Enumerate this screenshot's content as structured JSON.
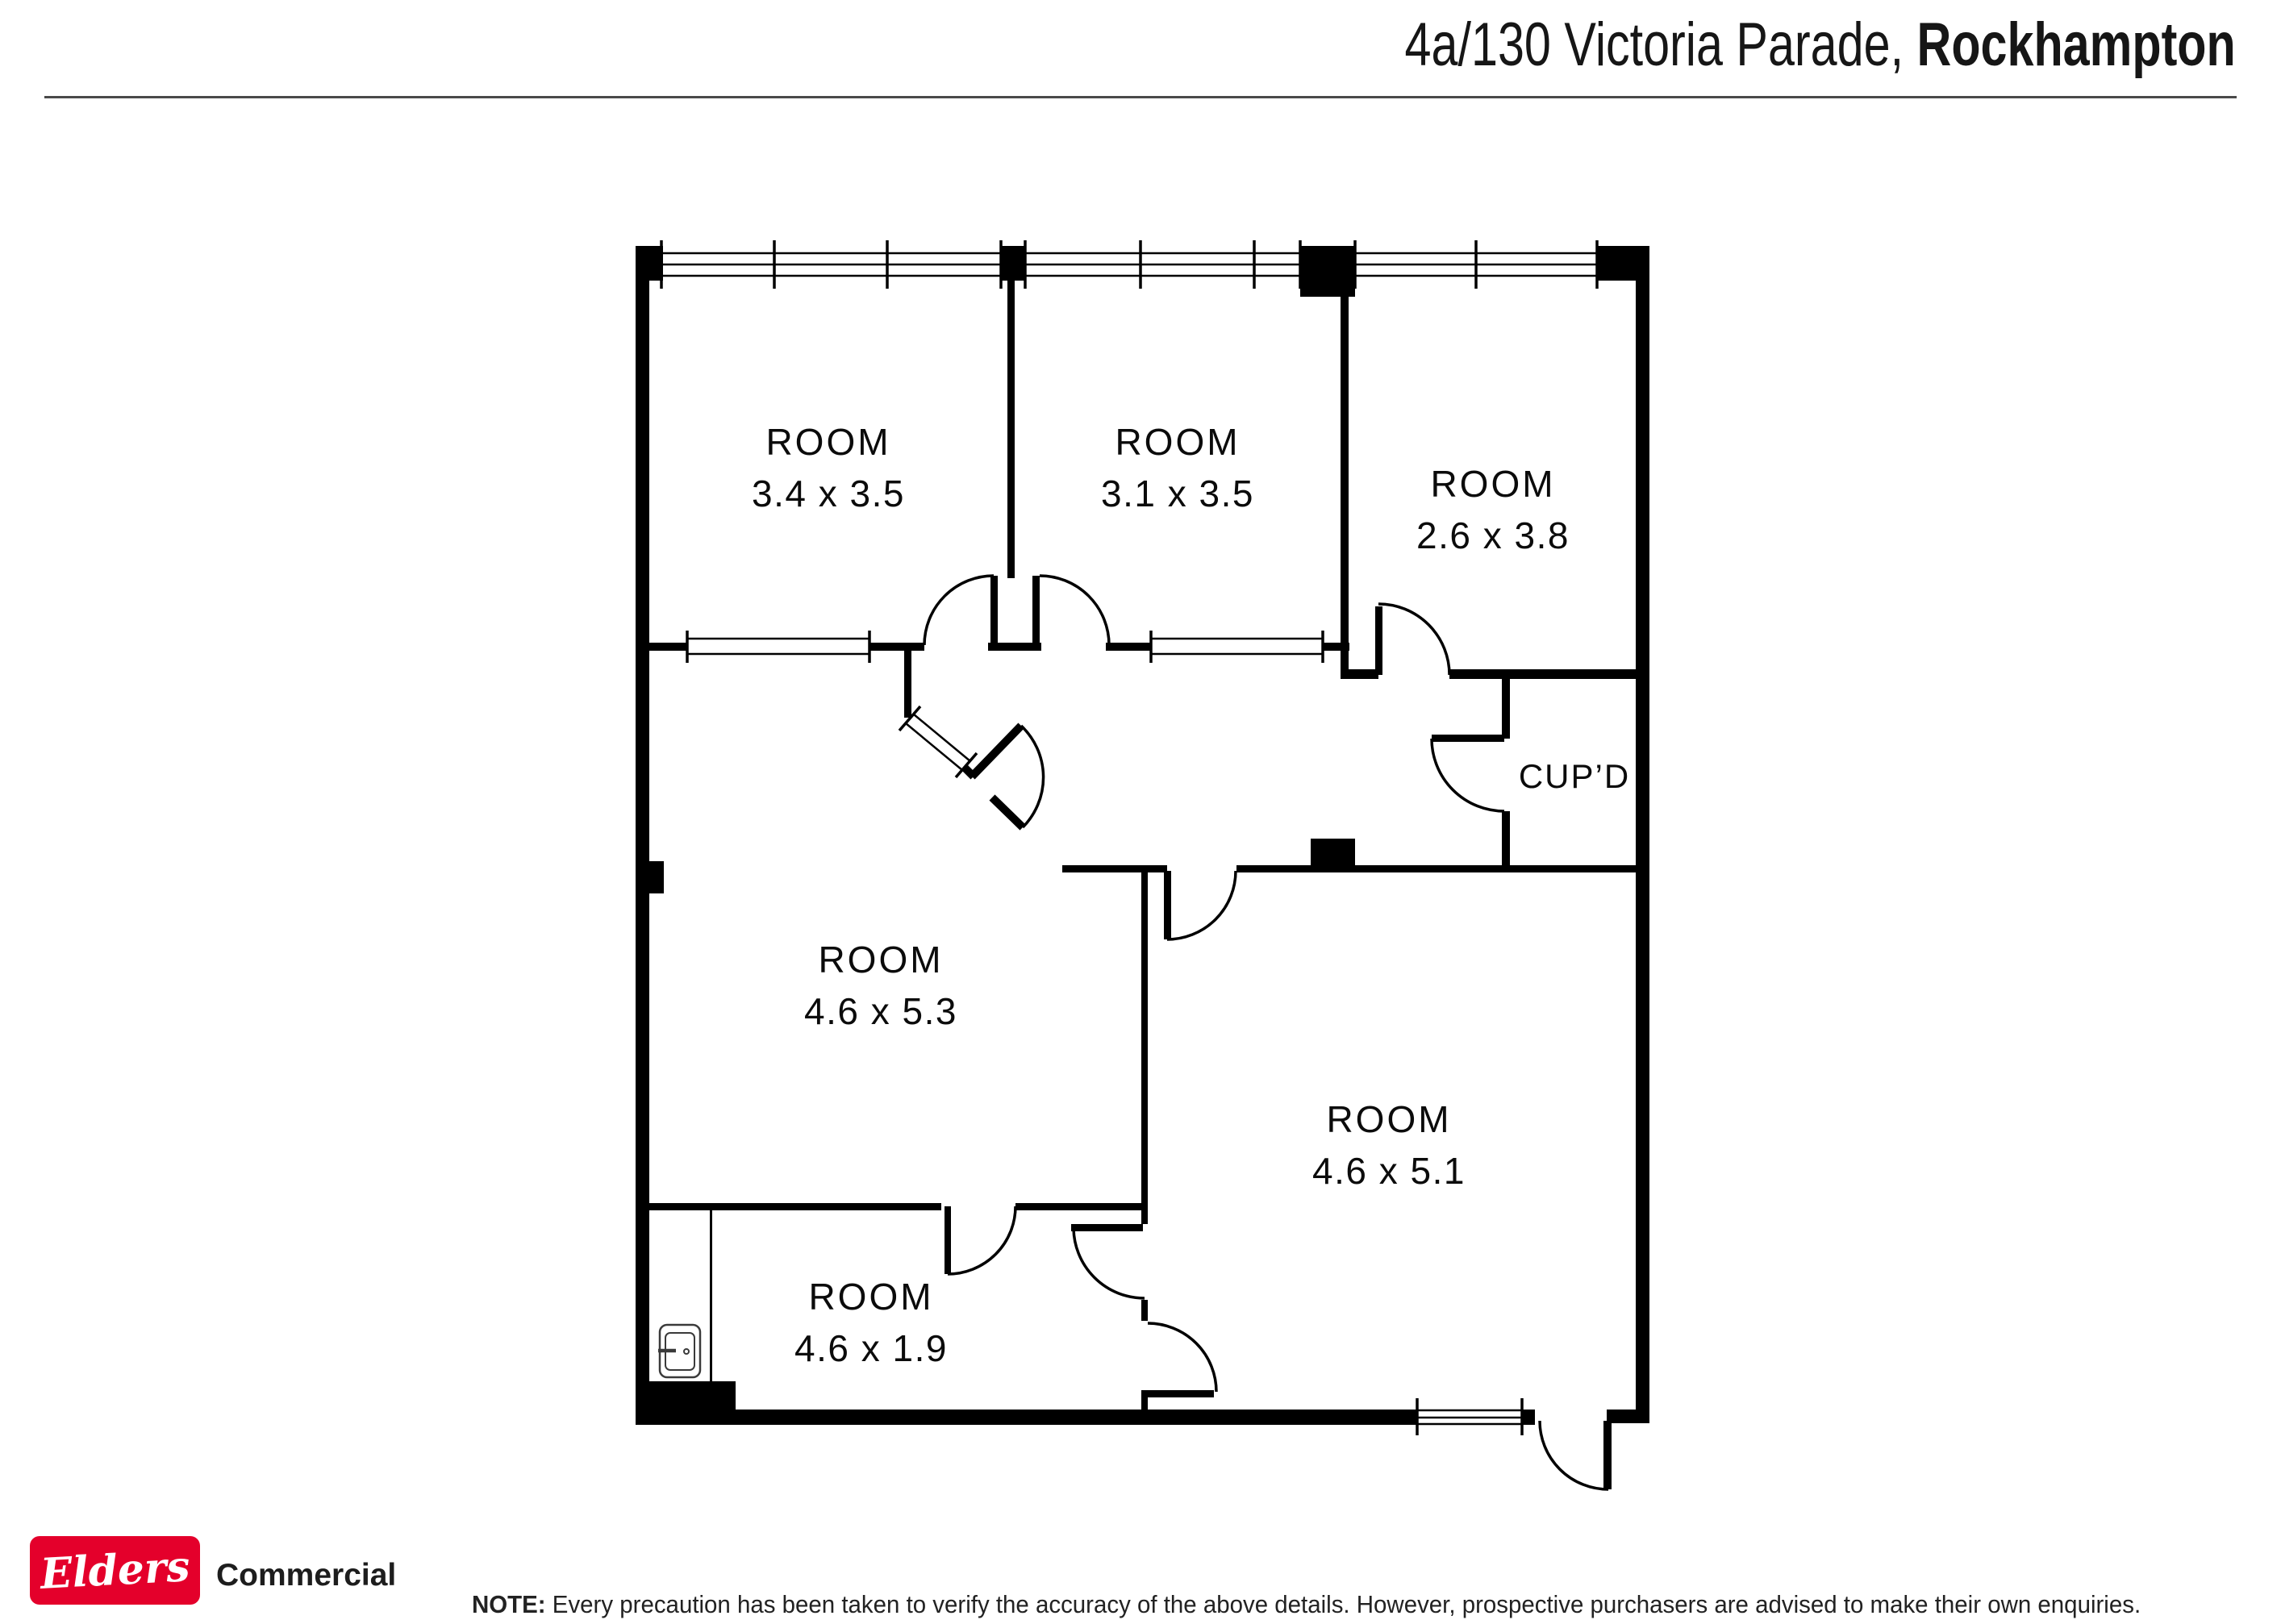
{
  "header": {
    "address_main": "4a/130 Victoria Parade, ",
    "address_suburb": "Rockhampton"
  },
  "plan": {
    "rooms": [
      {
        "name": "ROOM",
        "dims": "3.4 x 3.5"
      },
      {
        "name": "ROOM",
        "dims": "3.1 x 3.5"
      },
      {
        "name": "ROOM",
        "dims": "2.6 x 3.8"
      },
      {
        "name": "ROOM",
        "dims": "4.6 x 5.3"
      },
      {
        "name": "ROOM",
        "dims": "4.6 x 5.1"
      },
      {
        "name": "ROOM",
        "dims": "4.6 x 1.9"
      }
    ],
    "cupboard_label": "CUP’D"
  },
  "footer": {
    "brand_script": "Elders",
    "brand_suffix": "Commercial",
    "note_label": "NOTE:",
    "note_text": "Every precaution has been taken to verify the accuracy of the above details. However, prospective purchasers are advised to make their own enquiries."
  },
  "colors": {
    "brand_red": "#E4002B",
    "ink": "#000000"
  }
}
